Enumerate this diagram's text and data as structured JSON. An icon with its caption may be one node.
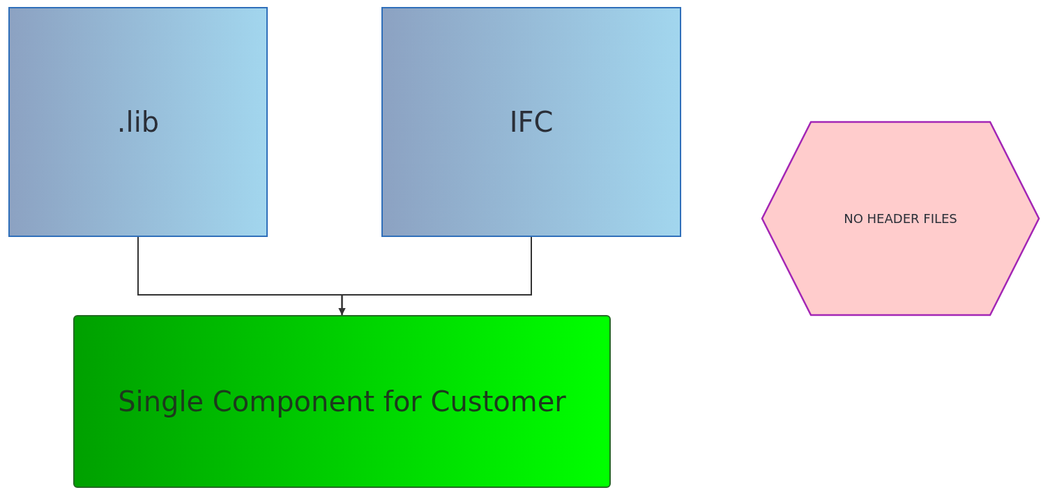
{
  "diagram": {
    "nodes": [
      {
        "text": [
          ".lib"
        ]
      },
      {
        "text": [
          "IFC"
        ]
      },
      {
        "text": [
          "Single Component for Customer"
        ]
      },
      {
        "text": [
          "NO HEADER FILES"
        ]
      }
    ],
    "edges": [
      {
        "from": 0,
        "to": 2,
        "arrow": "to"
      },
      {
        "from": 1,
        "to": 2,
        "arrow": "to"
      }
    ]
  }
}
